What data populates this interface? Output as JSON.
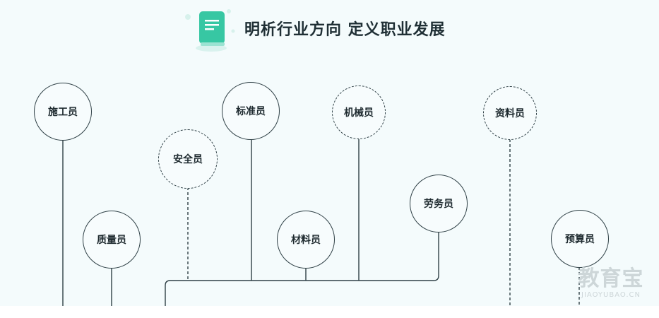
{
  "header": {
    "title": "明析行业方向 定义职业发展",
    "icon": "document-icon",
    "accent": "#37c7a3"
  },
  "nodes": {
    "n1": "施工员",
    "n2": "质量员",
    "n3": "安全员",
    "n4": "标准员",
    "n5": "材料员",
    "n6": "机械员",
    "n7": "劳务员",
    "n8": "资料员",
    "n9": "预算员"
  },
  "line_color": "#2f4046",
  "watermark": {
    "logo": "教育宝",
    "url": "JIAOYUBAO.CN"
  }
}
